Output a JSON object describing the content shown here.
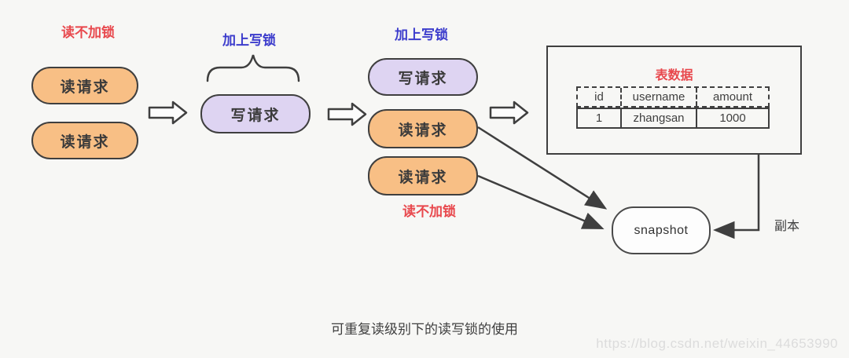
{
  "background": "#f7f7f5",
  "colors": {
    "read_box_fill": "#f8bf85",
    "write_box_fill": "#ded4f2",
    "outline": "#3f3f3f",
    "red_label": "#e8484d",
    "blue_label": "#3c3ccc",
    "watermark_gray": "#dcdcdc"
  },
  "stage1": {
    "annotation": "读不加锁",
    "boxes": [
      {
        "label": "读请求"
      },
      {
        "label": "读请求"
      }
    ]
  },
  "stage2": {
    "annotation": "加上写锁",
    "box": {
      "label": "写请求"
    }
  },
  "stage3": {
    "annotation_top": "加上写锁",
    "annotation_bottom": "读不加锁",
    "boxes": [
      {
        "label": "写请求"
      },
      {
        "label": "读请求"
      },
      {
        "label": "读请求"
      }
    ]
  },
  "table": {
    "title": "表数据",
    "headers": [
      "id",
      "username",
      "amount"
    ],
    "rows": [
      [
        "1",
        "zhangsan",
        "1000"
      ]
    ]
  },
  "snapshot": {
    "label": "snapshot",
    "copy_label": "副本"
  },
  "caption": "可重复读级别下的读写锁的使用",
  "watermark": "https://blog.csdn.net/weixin_44653990"
}
